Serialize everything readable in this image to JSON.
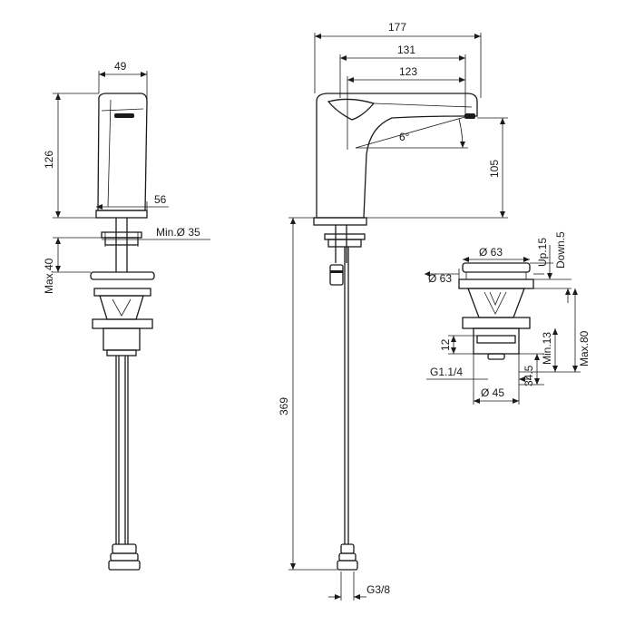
{
  "dimensions": {
    "side_width": "49",
    "side_height": "126",
    "side_base": "56",
    "side_mount_hole": "Min.Ø 35",
    "side_max_thickness": "Max.40",
    "front_overall": "177",
    "front_reach_outer": "131",
    "front_reach_inner": "123",
    "front_angle": "6°",
    "front_spout_height": "105",
    "front_hose_length": "369",
    "front_thread": "G3/8",
    "waste_up": "Up.15",
    "waste_down": "Down.5",
    "waste_cap_top": "Ø 63",
    "waste_cap_side": "Ø 63",
    "waste_min": "Min.13",
    "waste_max": "Max.80",
    "waste_nut": "12",
    "waste_thread": "G1.1/4",
    "waste_body": "34.5",
    "waste_body_dia": "Ø 45"
  }
}
